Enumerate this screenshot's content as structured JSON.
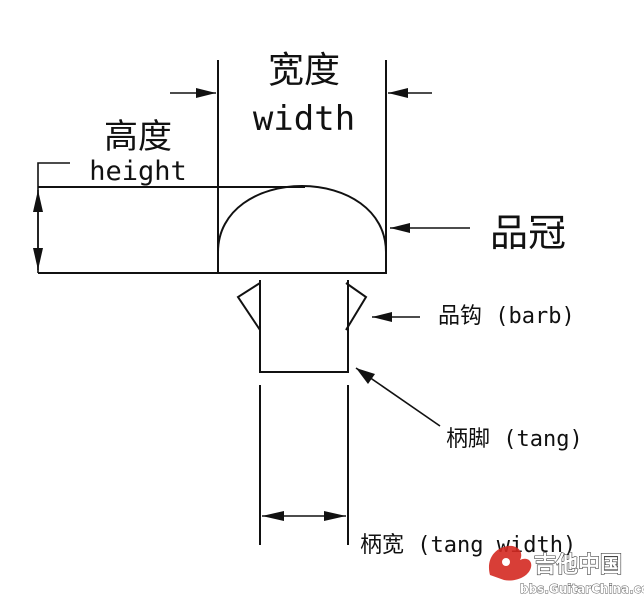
{
  "labels": {
    "width_cn": "宽度",
    "width_en": "width",
    "height_cn": "高度",
    "height_en": "height",
    "crown": "品冠",
    "barb": "品钩 (barb)",
    "tang": "柄脚 (tang)",
    "tang_width": "柄宽 (tang width)"
  },
  "watermark": {
    "name": "吉他中国",
    "url": "bbs.GuitarChina.com"
  },
  "colors": {
    "line": "#111111",
    "watermark_logo": "#d42a22"
  }
}
